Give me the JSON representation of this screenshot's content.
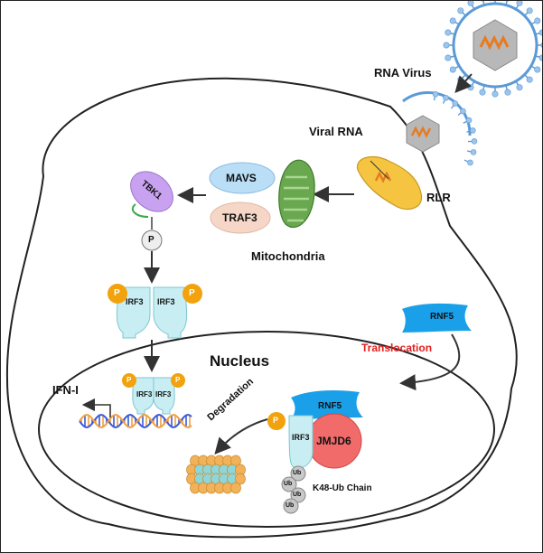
{
  "labels": {
    "rna_virus": "RNA Virus",
    "viral_rna": "Viral RNA",
    "rlr": "RLR",
    "mavs": "MAVS",
    "traf3": "TRAF3",
    "mitochondria": "Mitochondria",
    "tbk1": "TBK1",
    "phospho": "P",
    "irf3": "IRF3",
    "rnf5": "RNF5",
    "translocation": "Translocation",
    "nucleus": "Nucleus",
    "ifn": "IFN-I",
    "degradation": "Degradation",
    "jmjd6": "JMJD6",
    "ub": "Ub",
    "k48_chain": "K48-Ub Chain"
  },
  "colors": {
    "virus_capsid": "#b8b8b8",
    "virus_envelope": "#5a9ad6",
    "virus_spike": "#9cc4ec",
    "rna_strand": "#e87a20",
    "rlr": "#f5c542",
    "mavs": "#b9def5",
    "traf3": "#f6d6c6",
    "mitochondria": "#69a84f",
    "tbk1": "#c8a2f0",
    "phospho": "#f2a20c",
    "irf3": "#c8eef3",
    "rnf5": "#1aa0e8",
    "translocation": "#e02020",
    "jmjd6": "#f26b6b",
    "proteasome": "#f2b25a",
    "proteasome_core": "#8fd6d8",
    "dna_orange": "#f0a040",
    "dna_blue": "#3a5ad8"
  }
}
